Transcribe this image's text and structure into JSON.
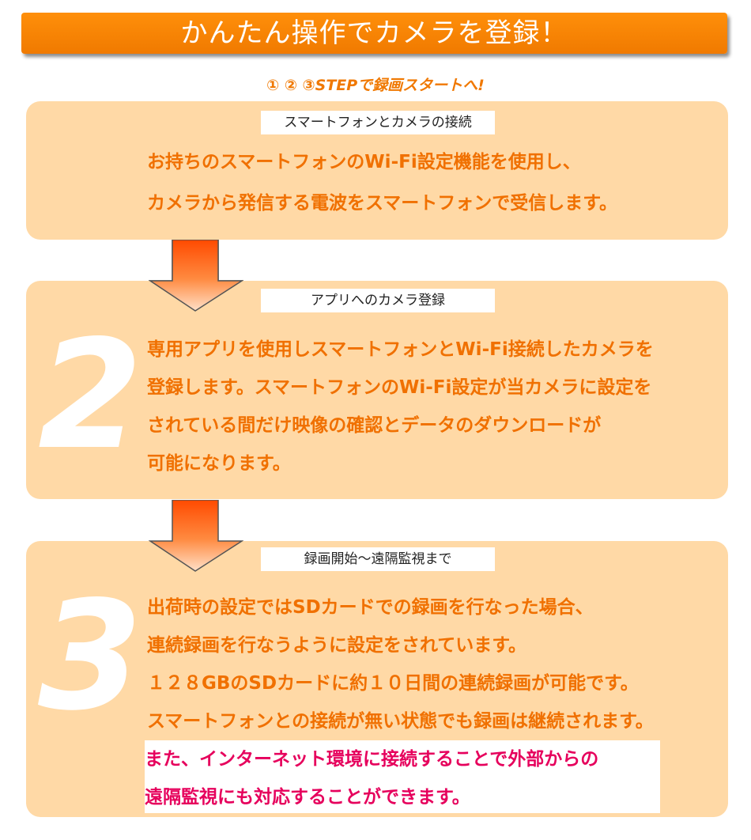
{
  "banner": {
    "title": "かんたん操作でカメラを登録！"
  },
  "subtitle": "① ② ③STEPで録画スタートへ!",
  "steps": [
    {
      "number": "",
      "label": "スマートフォンとカメラの接続",
      "lines": [
        "お持ちのスマートフォンのWi-Fi設定機能を使用し、",
        "カメラから発信する電波をスマートフォンで受信します。"
      ]
    },
    {
      "number": "2",
      "label": "アプリへのカメラ登録",
      "lines": [
        "専用アプリを使用しスマートフォンとWi-Fi接続したカメラを",
        "登録します。スマートフォンのWi-Fi設定が当カメラに設定を",
        "されている間だけ映像の確認とデータのダウンロードが",
        "可能になります。"
      ]
    },
    {
      "number": "3",
      "label": "録画開始～遠隔監視まで",
      "lines": [
        "出荷時の設定ではSDカードでの録画を行なった場合、",
        "連続録画を行なうように設定をされています。",
        "１２８GBのSDカードに約１０日間の連続録画が可能です。",
        "スマートフォンとの接続が無い状態でも録画は継続されます。"
      ],
      "highlight_lines": [
        "また、インターネット環境に接続することで外部からの",
        "遠隔監視にも対応することができます。"
      ]
    }
  ],
  "colors": {
    "banner": "#f58400",
    "box": "#ffd9a6",
    "body_text": "#f07000",
    "highlight_text": "#e6005c",
    "arrow": "#ff5a00"
  }
}
